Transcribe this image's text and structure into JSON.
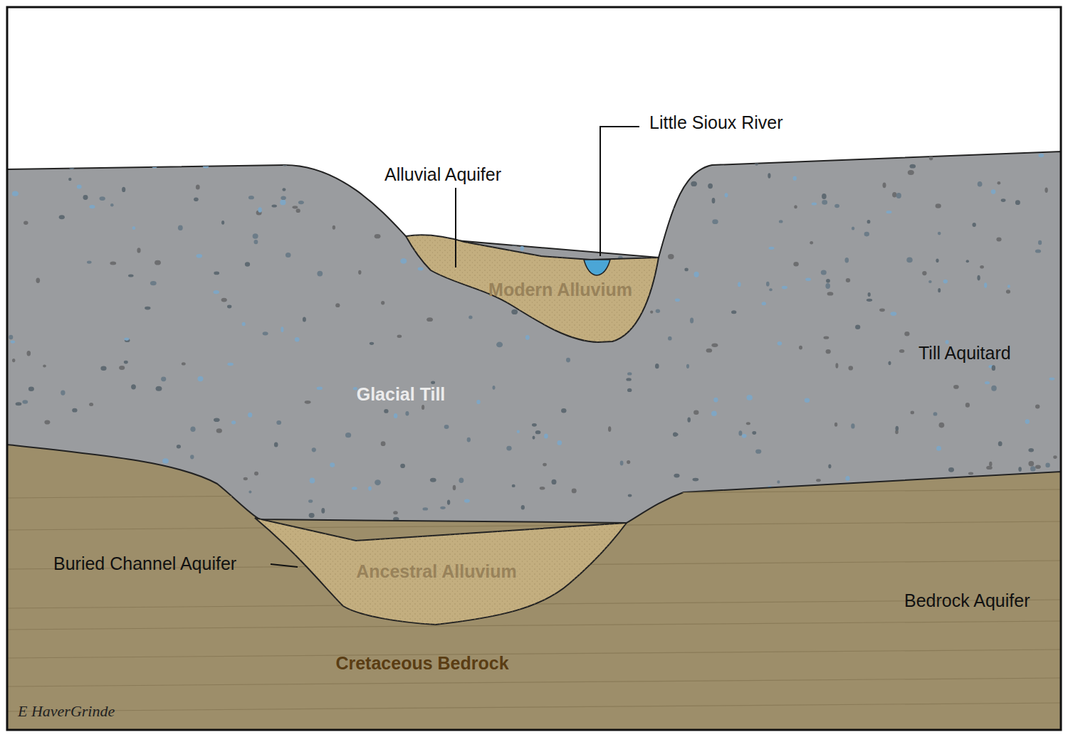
{
  "diagram": {
    "labels": [
      "Little Sioux River",
      "Alluvial Aquifer",
      "Modern Alluvium",
      "Glacial Till",
      "Till Aquitard",
      "Buried Channel Aquifer",
      "Ancestral Alluvium",
      "Bedrock Aquifer",
      "Cretaceous Bedrock",
      "E HaverGrinde"
    ]
  }
}
